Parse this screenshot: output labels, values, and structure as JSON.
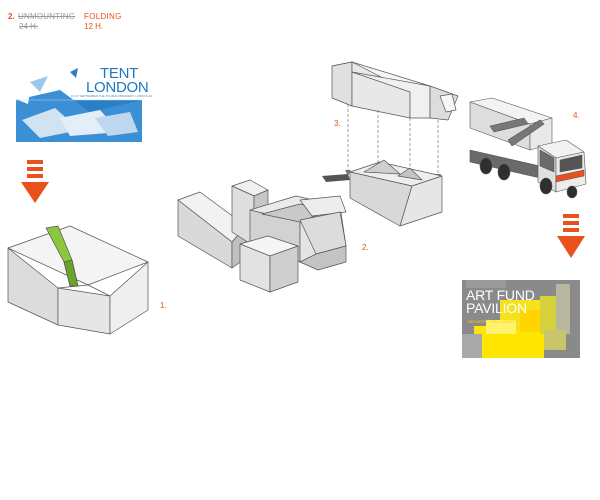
{
  "header": {
    "step_number": "2.",
    "struck_line1": "UNMOUNTING",
    "struck_line2": "24 H.",
    "active_line1": "FOLDING",
    "active_line2": "12 H."
  },
  "logos": {
    "tent_london": {
      "title_line1": "TENT",
      "title_line2": "LONDON",
      "subtitle": "15-17 SEPTEMBER THE TRUMAN BREWERY LONDON E1"
    },
    "art_fund": {
      "title_line1": "ART FUND",
      "title_line2": "PAVILION",
      "subtitle": "ARCHITECTURE COMPETITION"
    }
  },
  "steps": {
    "s1": "1.",
    "s2": "2.",
    "s3": "3.",
    "s4": "4."
  },
  "colors": {
    "accent": "#e8501c",
    "tent_blue": "#1e78c0",
    "art_yellow": "#ffe600",
    "fold_green": "#8dc63f",
    "truck_cab": "#f2f2f2",
    "truck_orange": "#e8501c"
  }
}
